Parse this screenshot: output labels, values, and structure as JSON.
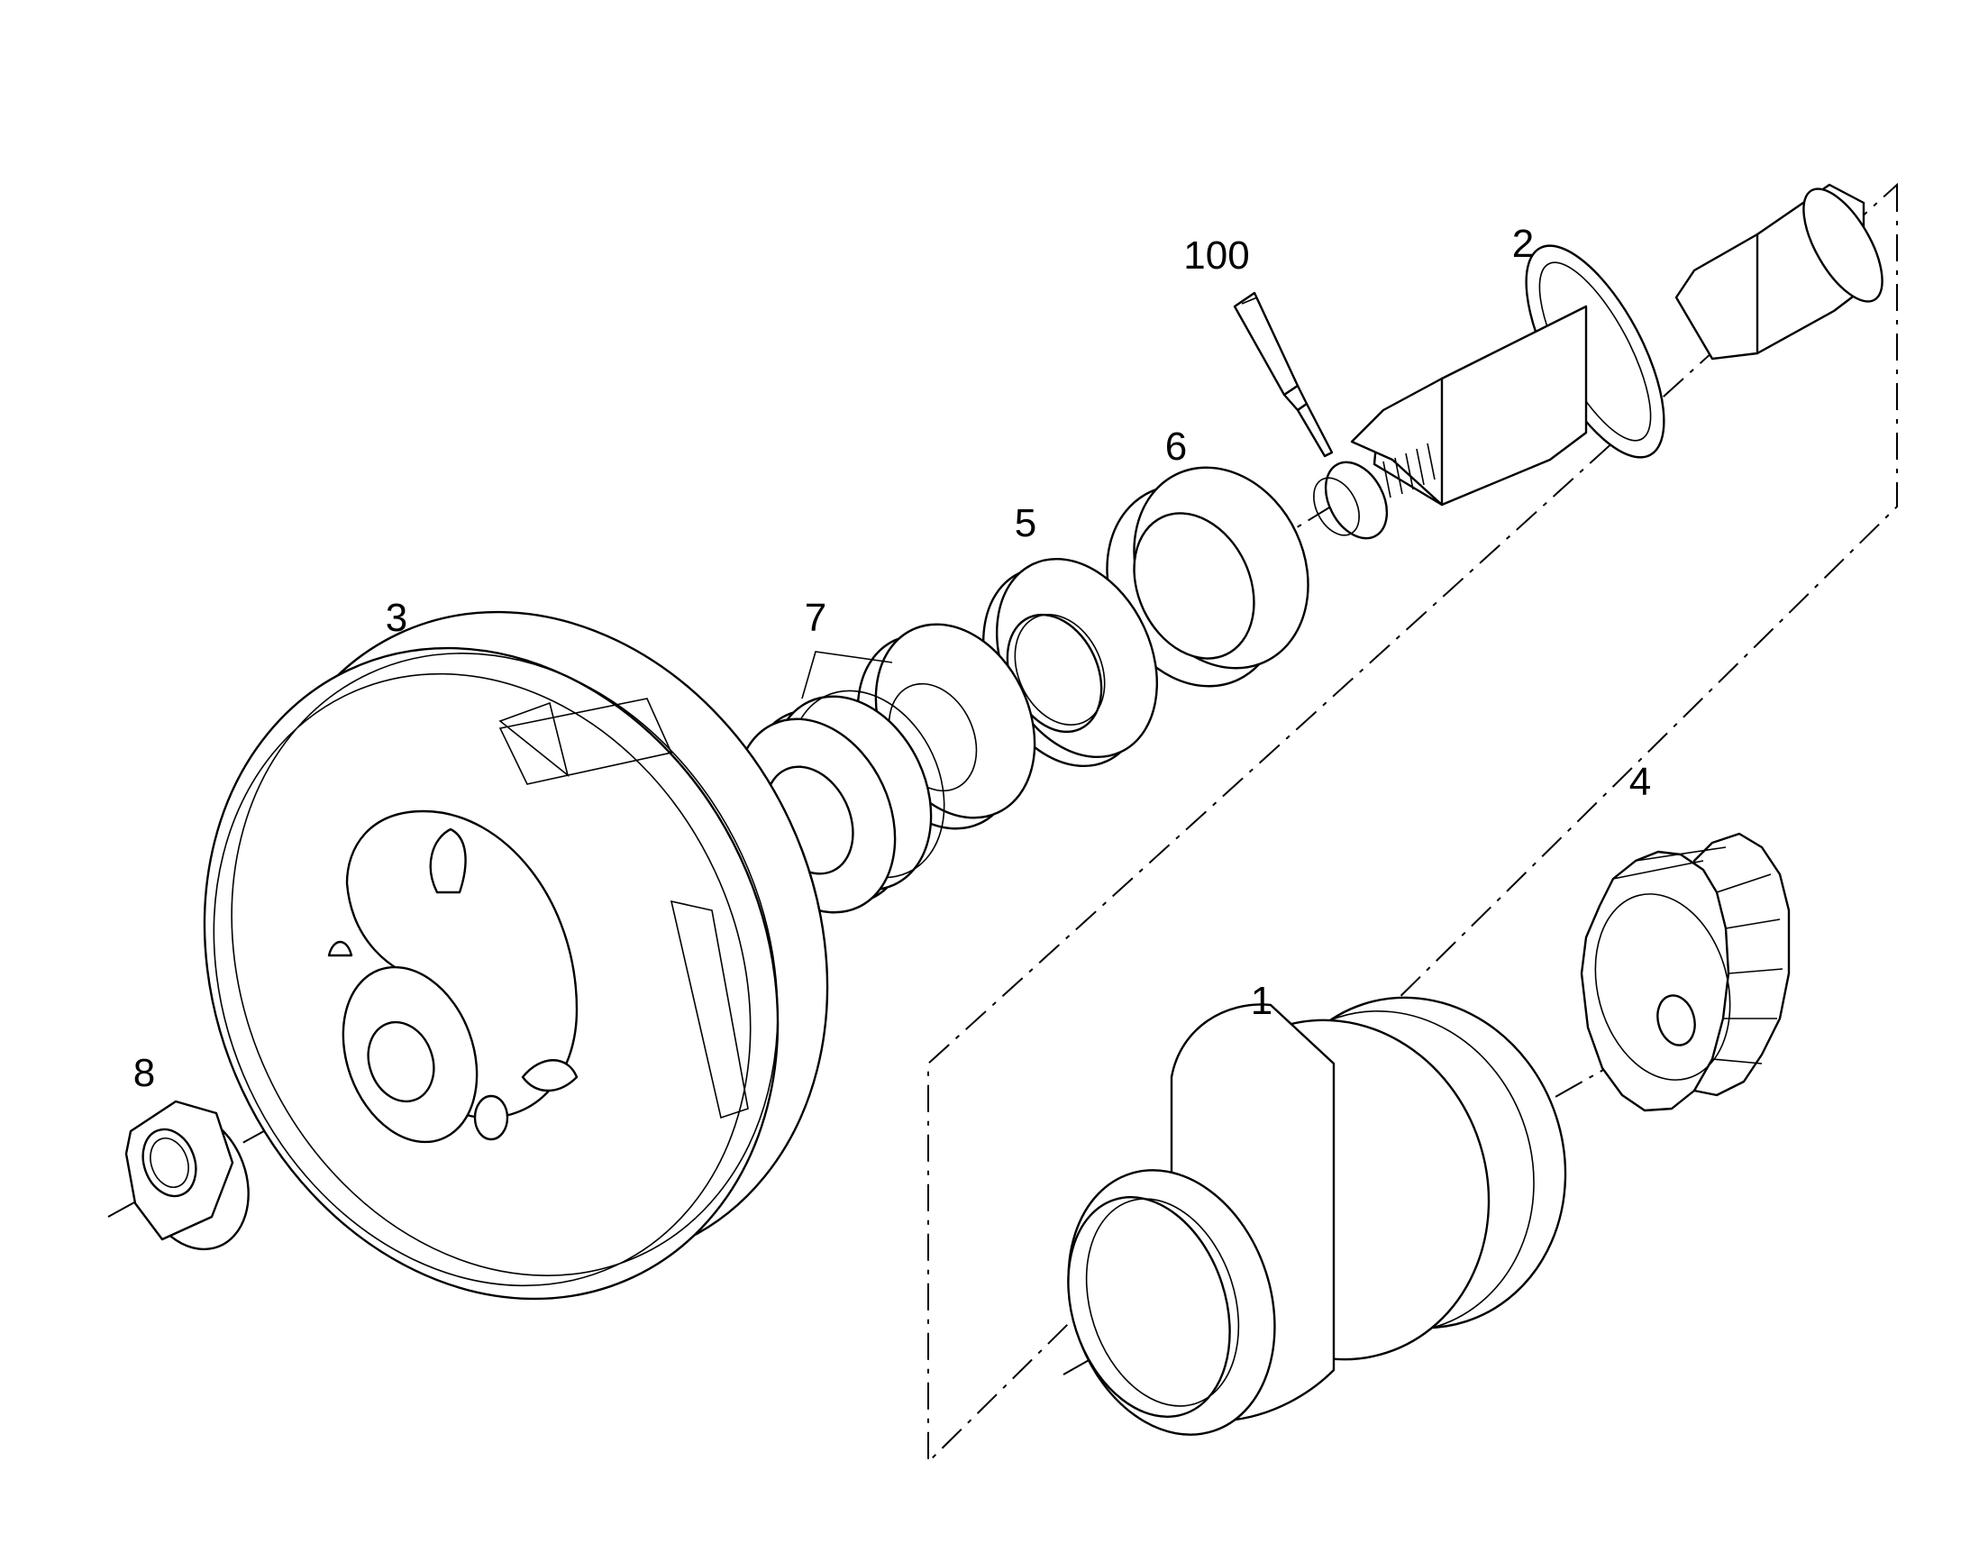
{
  "callouts": {
    "part_1": "1",
    "part_2": "2",
    "part_3": "3",
    "part_4": "4",
    "part_5": "5",
    "part_6": "6",
    "part_7": "7",
    "part_8": "8",
    "part_100": "100"
  }
}
